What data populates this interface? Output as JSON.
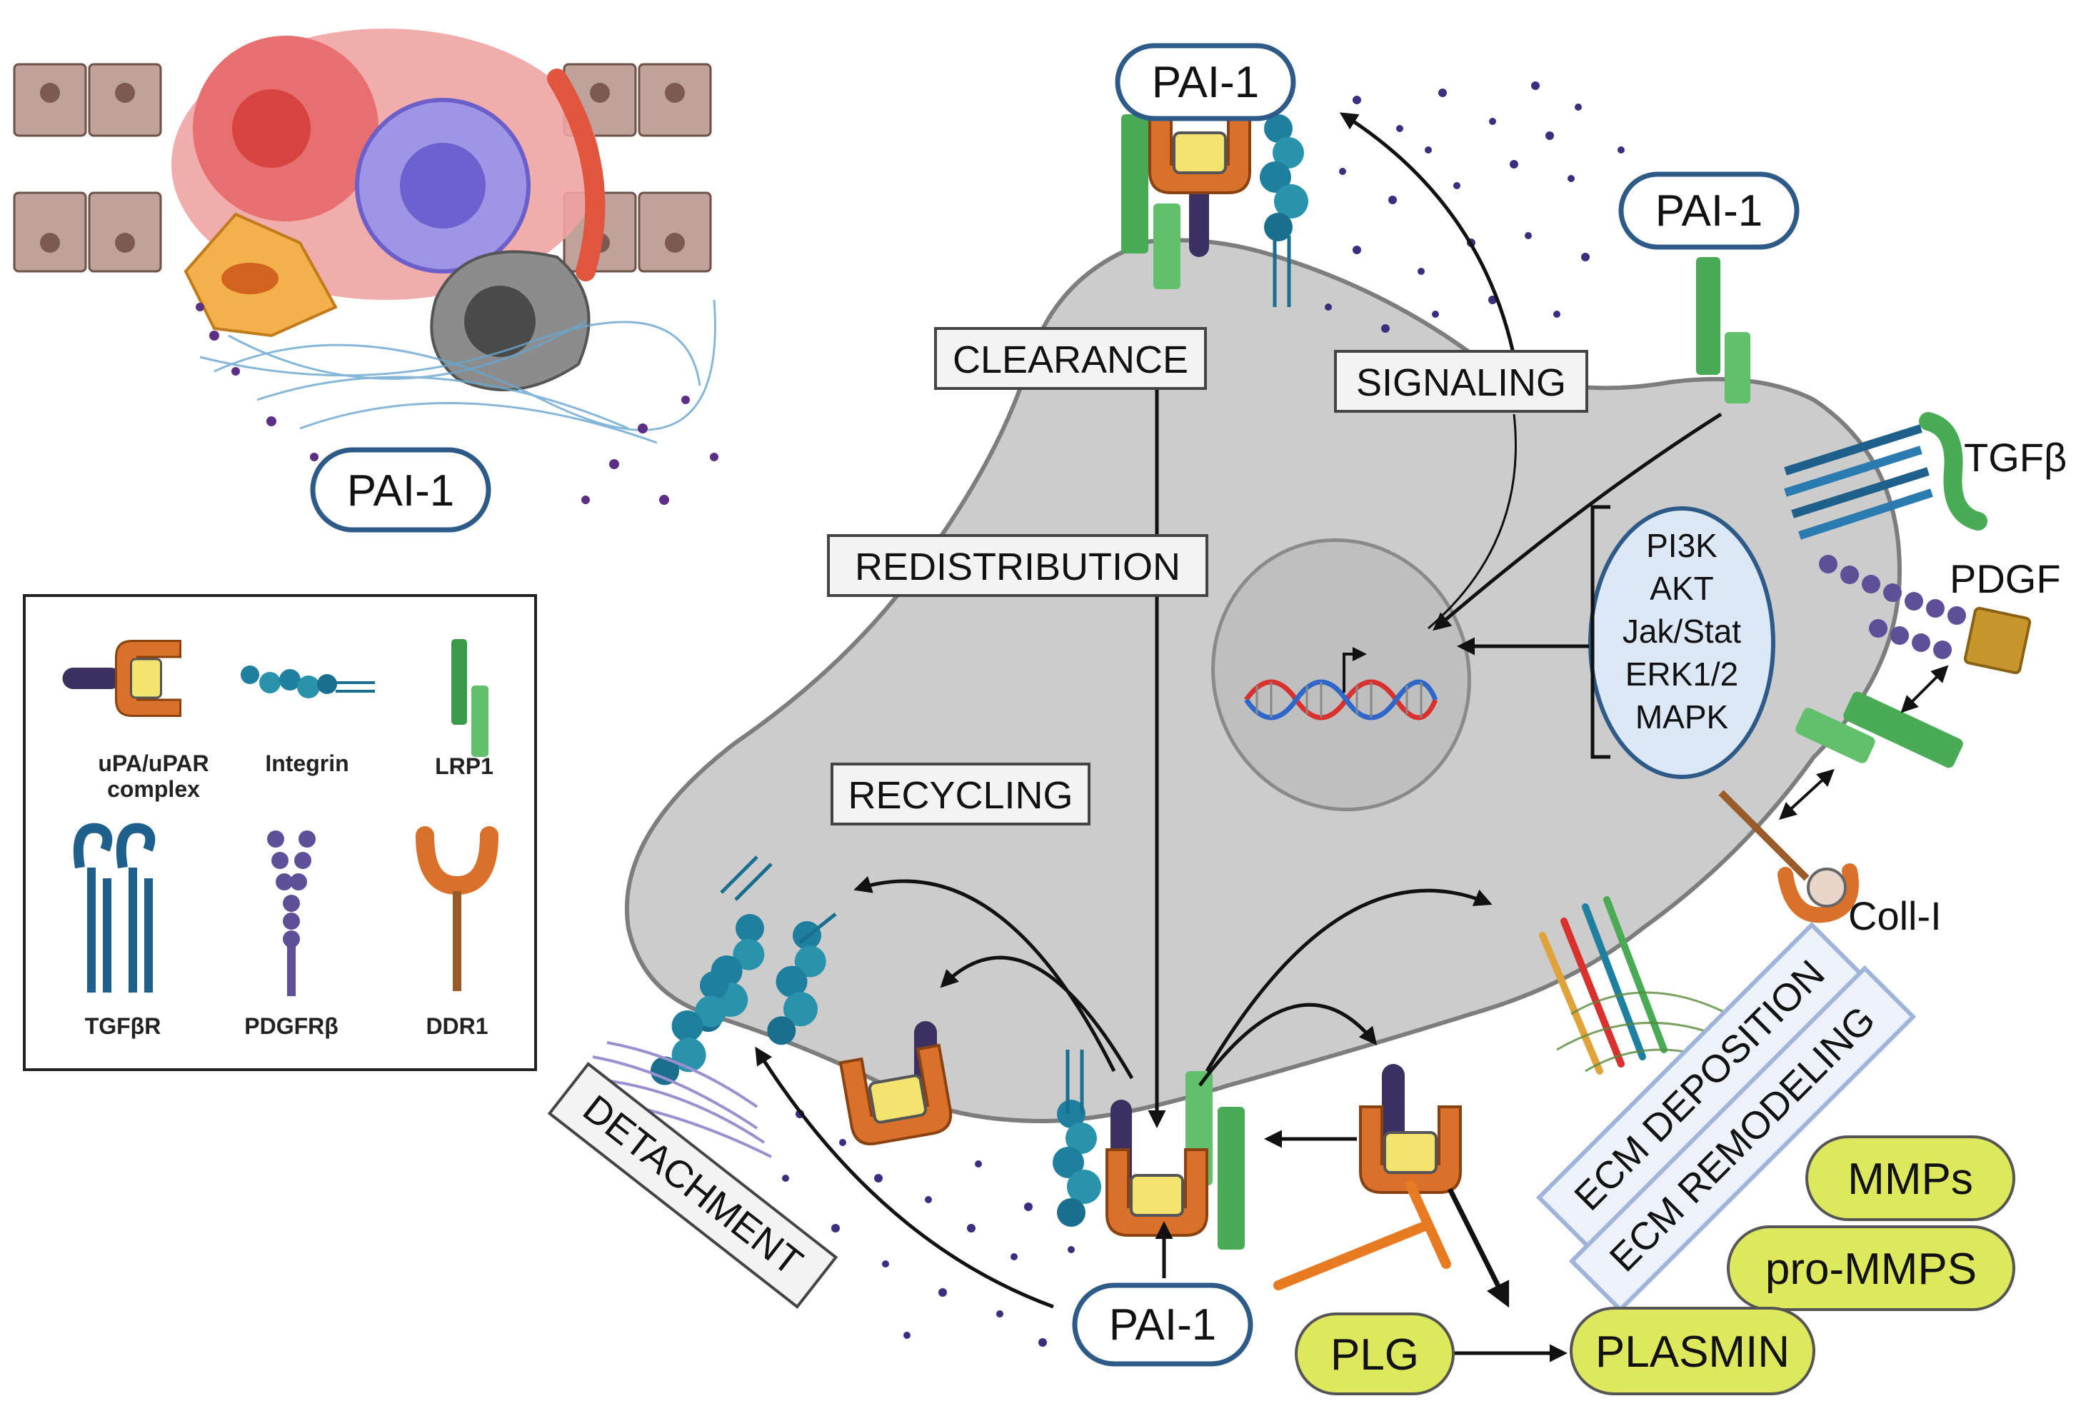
{
  "labels": {
    "pai1": "PAI-1",
    "tgfb": "TGFβ",
    "pdgf": "PDGF",
    "coll1": "Coll-I"
  },
  "processes": {
    "clearance": "CLEARANCE",
    "signaling": "SIGNALING",
    "redistribution": "REDISTRIBUTION",
    "recycling": "RECYCLING",
    "detachment": "DETACHMENT",
    "ecm_deposition": "ECM DEPOSITION",
    "ecm_remodeling": "ECM REMODELING"
  },
  "pathway": [
    "PI3K",
    "AKT",
    "Jak/Stat",
    "ERK1/2",
    "MAPK"
  ],
  "proteases": {
    "mmps": "MMPs",
    "pro_mmps": "pro-MMPS",
    "plg": "PLG",
    "plasmin": "PLASMIN"
  },
  "legend": {
    "upa_line1": "uPA/uPAR",
    "upa_line2": "complex",
    "integrin": "Integrin",
    "lrp1": "LRP1",
    "tgfbr": "TGFβR",
    "pdgfrb": "PDGFRβ",
    "ddr1": "DDR1"
  },
  "colors": {
    "cell_fill": "#cccccc",
    "cell_stroke": "#7d7d7d",
    "pai_stroke": "#2d5a86",
    "label_box_stroke": "#444444",
    "ecm_box_stroke": "#9fb4d8",
    "pill_fill": "#dde85c",
    "upa_orange": "#d9712a",
    "upa_yellow": "#f2e46e",
    "upar_navy": "#3a3160",
    "integrin_teal": "#1e7f9e",
    "lrp1_green": "#49ab55",
    "tgfbr_blue": "#1f5f8b",
    "pdgfr_purple": "#5f4f98",
    "ddr1_brown": "#9a5b2a",
    "inhibit_orange": "#e87a22",
    "dots_purple": "#3a2f7e"
  }
}
